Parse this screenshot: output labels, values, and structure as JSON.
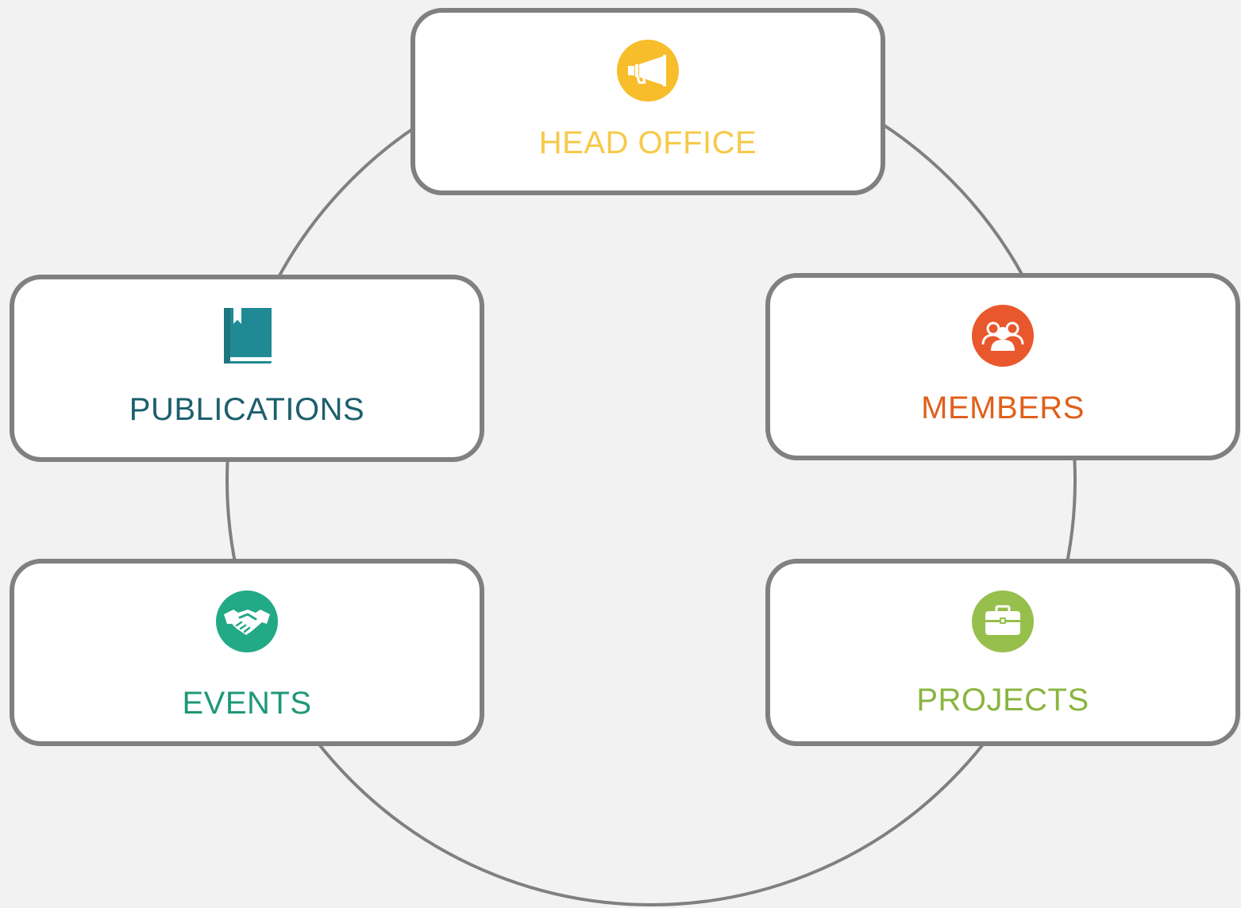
{
  "nodes": {
    "head_office": {
      "label": "HEAD OFFICE",
      "icon": "megaphone-icon",
      "color": "#f7bd2b"
    },
    "publications": {
      "label": "PUBLICATIONS",
      "icon": "book-icon",
      "color": "#1f8a93",
      "text_color": "#1d5f6e"
    },
    "members": {
      "label": "MEMBERS",
      "icon": "users-icon",
      "color": "#e9572c",
      "text_color": "#e0601d"
    },
    "events": {
      "label": "EVENTS",
      "icon": "handshake-icon",
      "color": "#22a986",
      "text_color": "#1f9878"
    },
    "projects": {
      "label": "PROJECTS",
      "icon": "briefcase-icon",
      "color": "#97bf4c",
      "text_color": "#8ab53f"
    }
  },
  "ring_color": "#808080",
  "background": "#f2f2f2"
}
